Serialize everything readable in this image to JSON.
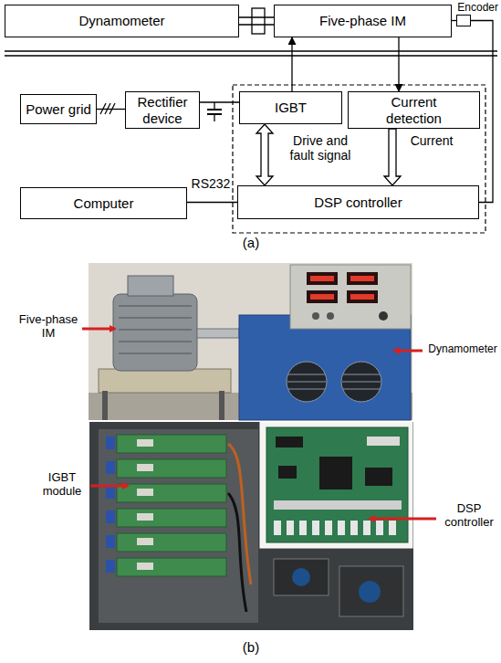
{
  "diagram": {
    "nodes": [
      {
        "text": [
          "Dynamometer"
        ]
      },
      {
        "text": [
          "Five-phase IM"
        ]
      },
      {
        "text": [
          "Encoder"
        ]
      },
      {
        "text": [
          "Power grid"
        ]
      },
      {
        "text": [
          "Rectifier device"
        ]
      },
      {
        "text": [
          "IGBT"
        ]
      },
      {
        "text": [
          "Current detection"
        ]
      },
      {
        "text": [
          "Computer"
        ]
      },
      {
        "text": [
          "DSP controller"
        ]
      }
    ],
    "edges": [
      {
        "from": 0,
        "to": 1,
        "arrow": "none"
      },
      {
        "from": 1,
        "to": 2,
        "arrow": "none"
      },
      {
        "from": 3,
        "to": 4,
        "arrow": "none"
      },
      {
        "from": 4,
        "to": 5,
        "arrow": "none"
      },
      {
        "from": 5,
        "to": 1,
        "arrow": "to"
      },
      {
        "from": 1,
        "to": 6,
        "arrow": "to"
      },
      {
        "from": 5,
        "to": 8,
        "label": "Drive and fault signal",
        "arrow": "both"
      },
      {
        "from": 6,
        "to": 8,
        "label": "Current",
        "arrow": "to"
      },
      {
        "from": 7,
        "to": 8,
        "label": "RS232",
        "arrow": "none"
      },
      {
        "from": 2,
        "to": 8,
        "arrow": "none"
      }
    ],
    "labels": [
      "(a)",
      "Five-phase IM",
      "Dynamometer",
      "IGBT module",
      "DSP controller",
      "(b)"
    ]
  }
}
